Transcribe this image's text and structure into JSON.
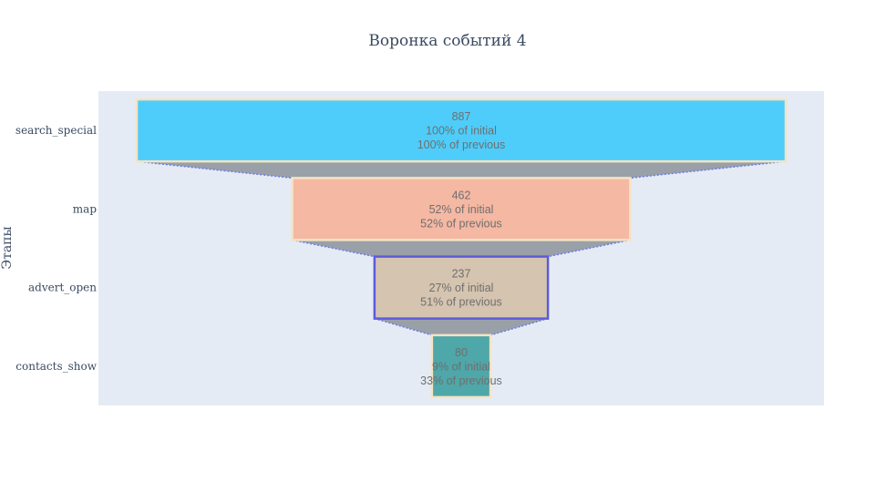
{
  "chart_data": {
    "type": "funnel",
    "title": "Воронка событий 4",
    "ylabel": "Этапы",
    "xlabel": "",
    "legend": "none",
    "grid": false,
    "stages": [
      {
        "label": "search_special",
        "value": 887,
        "pct_initial": "100% of initial",
        "pct_previous": "100% of previous",
        "color": "#4ecdfb",
        "border": "#f5e3c3"
      },
      {
        "label": "map",
        "value": 462,
        "pct_initial": "52% of initial",
        "pct_previous": "52% of previous",
        "color": "#f5b8a3",
        "border": "#f5e3c3"
      },
      {
        "label": "advert_open",
        "value": 237,
        "pct_initial": "27% of initial",
        "pct_previous": "51% of previous",
        "color": "#d5c4af",
        "border": "#5b5bdc"
      },
      {
        "label": "contacts_show",
        "value": 80,
        "pct_initial": "9% of initial",
        "pct_previous": "33% of previous",
        "color": "#4ea7a8",
        "border": "#f5e3c3"
      }
    ],
    "colors": {
      "plot_background": "#e5ebf5",
      "connector_fill": "#9aa0a8",
      "connector_line": "#6b7ce8",
      "text_dark": "#6f6f6f",
      "text_light": "#ffffff",
      "title": "#3a4a63"
    }
  }
}
